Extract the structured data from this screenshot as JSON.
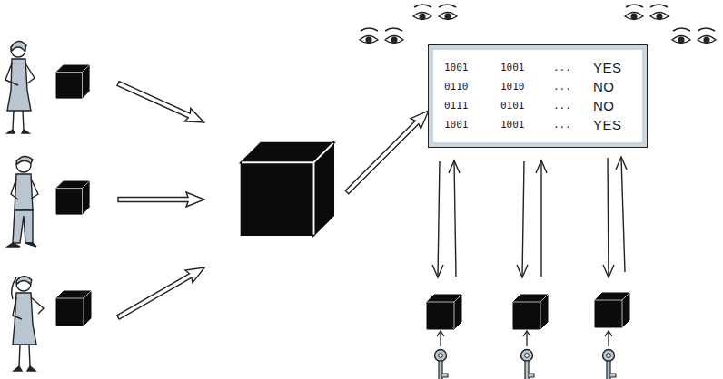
{
  "diagram": {
    "nodes": [
      {
        "text": [
          "1001",
          "1001",
          "...",
          "YES",
          "0110",
          "1010",
          "...",
          "NO",
          "0111",
          "0101",
          "...",
          "NO",
          "1001",
          "1001",
          "...",
          "YES"
        ]
      }
    ]
  }
}
